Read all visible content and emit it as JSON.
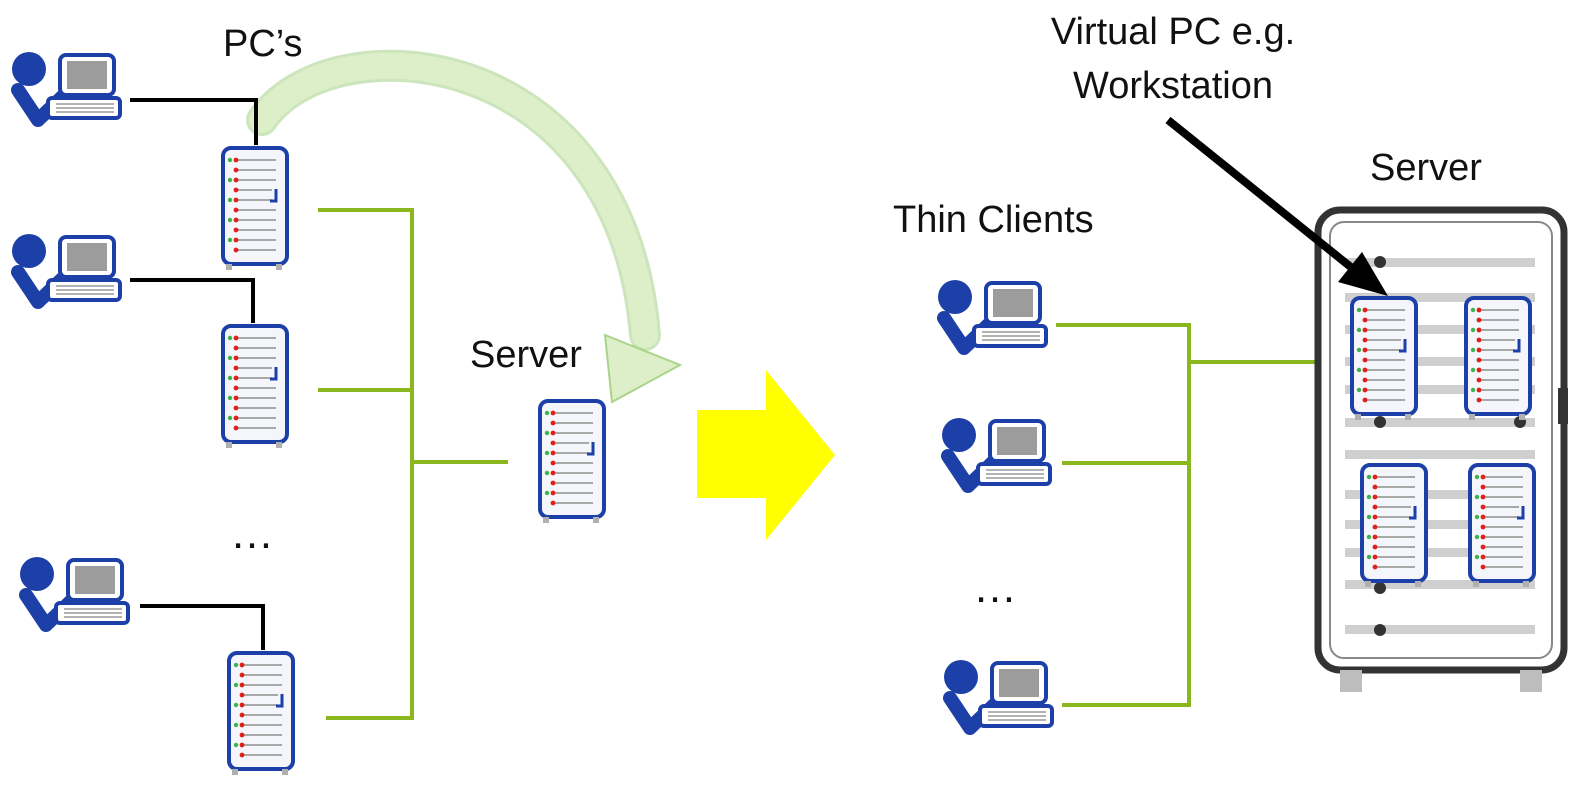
{
  "left": {
    "pcs_label": "PC’s",
    "server_label": "Server",
    "ellipsis": "…"
  },
  "right": {
    "thin_clients_label": "Thin Clients",
    "server_label": "Server",
    "virtual_pc_line1": "Virtual PC e.g.",
    "virtual_pc_line2": "Workstation",
    "ellipsis": "…"
  },
  "colors": {
    "accent_green": "#8ab61e",
    "arrow_yellow": "#ffff00",
    "icon_blue": "#1c3fa8",
    "connector_black": "#000000",
    "curved_arrow_green": "#c5e3a4"
  },
  "icons": [
    "user-workstation-icon",
    "tower-server-icon",
    "server-rack-icon",
    "right-arrow-icon",
    "curved-arrow-icon"
  ]
}
